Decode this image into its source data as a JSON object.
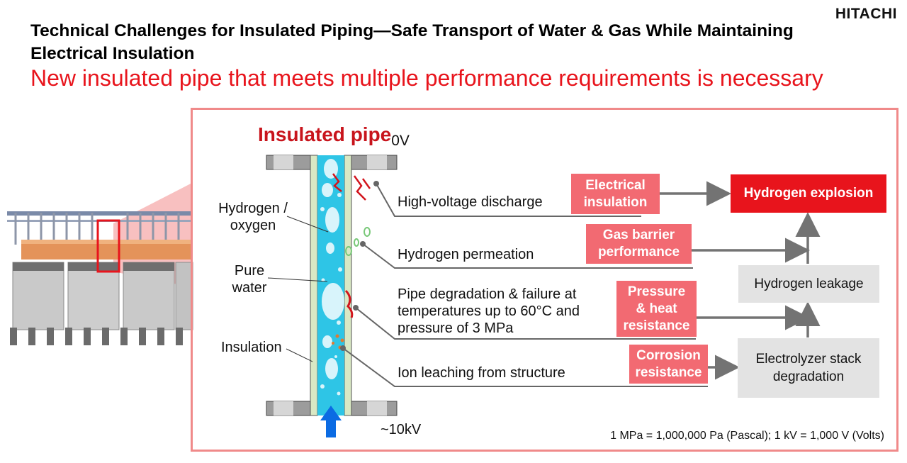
{
  "brand": {
    "logo": "HITACHI"
  },
  "header": {
    "title": "Technical Challenges for Insulated Piping—Safe Transport of Water & Gas While Maintaining Electrical Insulation",
    "subtitle": "New insulated pipe that meets multiple performance requirements is necessary"
  },
  "diagram": {
    "pipe_heading": "Insulated pipe",
    "top_voltage": "0V",
    "bottom_voltage": "~10kV",
    "pipe_labels": {
      "gas": [
        "Hydrogen /",
        "oxygen"
      ],
      "water": [
        "Pure",
        "water"
      ],
      "insulation": "Insulation"
    },
    "challenges": [
      "High-voltage discharge",
      "Hydrogen permeation",
      "Pipe degradation & failure at temperatures up to 60°C and pressure of 3 MPa",
      "Ion leaching from structure"
    ],
    "challenge3_lines": [
      "Pipe degradation & failure at",
      "temperatures up to 60°C and",
      "pressure of 3 MPa"
    ],
    "requirements": [
      [
        "Electrical",
        "insulation"
      ],
      [
        "Gas barrier",
        "performance"
      ],
      [
        "Pressure",
        "& heat",
        "resistance"
      ],
      [
        "Corrosion",
        "resistance"
      ]
    ],
    "outcomes": {
      "explosion": "Hydrogen explosion",
      "leakage": "Hydrogen leakage",
      "stack": [
        "Electrolyzer stack",
        "degradation"
      ]
    },
    "colors": {
      "accent_red": "#e8141c",
      "requirement_pink": "#f26a72",
      "frame_pink": "#f08a8a",
      "outcome_grey": "#e3e3e3",
      "water_cyan": "#2ec5e6"
    }
  },
  "footnote": "1 MPa = 1,000,000 Pa (Pascal); 1 kV = 1,000 V (Volts)"
}
